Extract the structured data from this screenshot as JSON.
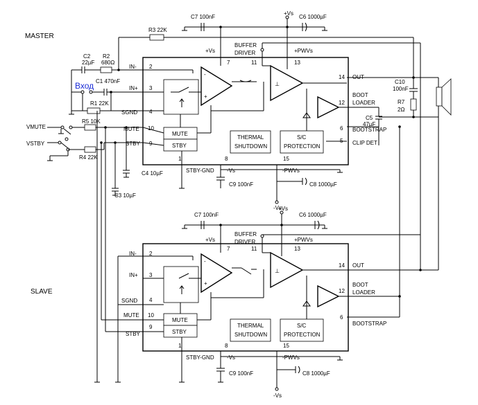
{
  "labels": {
    "master": "MASTER",
    "slave": "SLAVE",
    "vhod": "Вход",
    "vmute": "VMUTE",
    "vstby": "VSTBY"
  },
  "master": {
    "r3": "R3 22K",
    "c7": "C7 100nF",
    "vs_top": "+Vs",
    "c6": "C6 1000µF",
    "buffer": "BUFFER",
    "driver": "DRIVER",
    "vs_in": "+Vs",
    "pwvs": "+PWVs",
    "c2": "C2",
    "c2v": "22µF",
    "r2": "R2",
    "r2v": "680Ω",
    "c1": "C1 470nF",
    "r1": "R1 22K",
    "in_minus": "IN-",
    "in_plus": "IN+",
    "sgnd": "SGND",
    "mute": "MUTE",
    "stby": "STBY",
    "mute_box": "MUTE",
    "stby_box": "STBY",
    "r5": "R5 10K",
    "r4": "R4 22K",
    "thermal1": "THERMAL",
    "thermal2": "SHUTDOWN",
    "sc1": "S/C",
    "sc2": "PROTECTION",
    "out": "OUT",
    "boot1": "BOOT",
    "boot2": "LOADER",
    "bootstrap": "BOOTSTRAP",
    "clipdet": "CLIP DET",
    "c10": "C10",
    "c10v": "100nF",
    "r7": "R7",
    "r7v": "2Ω",
    "c5": "C5",
    "c5v": "47µF",
    "stby_gnd": "STBY-GND",
    "neg_vs": "-Vs",
    "neg_pwvs": "-PWVs",
    "c9": "C9 100nF",
    "c8": "C8 1000µF",
    "c4": "C4 10µF",
    "c3": "C3 10µF",
    "neg_vs_bot": "-Vs",
    "p2": "2",
    "p3": "3",
    "p4": "4",
    "p10": "10",
    "p9": "9",
    "p1": "1",
    "p7": "7",
    "p11": "11",
    "p13": "13",
    "p14": "14",
    "p12": "12",
    "p6": "6",
    "p5": "5",
    "p8": "8",
    "p15": "15"
  },
  "slave": {
    "c7": "C7 100nF",
    "vs_top": "+Vs",
    "c6": "C6 1000µF",
    "buffer": "BUFFER",
    "driver": "DRIVER",
    "vs_in": "+Vs",
    "pwvs": "+PWVs",
    "in_minus": "IN-",
    "in_plus": "IN+",
    "sgnd": "SGND",
    "mute": "MUTE",
    "stby": "STBY",
    "mute_box": "MUTE",
    "stby_box": "STBY",
    "thermal1": "THERMAL",
    "thermal2": "SHUTDOWN",
    "sc1": "S/C",
    "sc2": "PROTECTION",
    "out": "OUT",
    "boot1": "BOOT",
    "boot2": "LOADER",
    "bootstrap": "BOOTSTRAP",
    "stby_gnd": "STBY-GND",
    "neg_vs": "-Vs",
    "neg_pwvs": "-PWVs",
    "c9": "C9 100nF",
    "c8": "C8 1000µF",
    "neg_vs_bot": "-Vs",
    "p2": "2",
    "p3": "3",
    "p4": "4",
    "p10": "10",
    "p9": "9",
    "p1": "1",
    "p7": "7",
    "p11": "11",
    "p13": "13",
    "p14": "14",
    "p12": "12",
    "p6": "6",
    "p8": "8",
    "p15": "15"
  },
  "colors": {
    "ink": "#000000",
    "annotation": "#1a2bd6",
    "background": "#ffffff"
  }
}
